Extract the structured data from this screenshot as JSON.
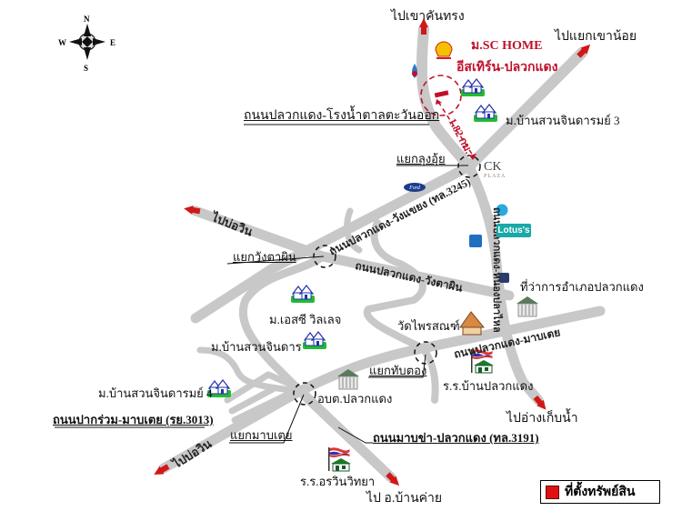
{
  "compass": {
    "n": "N",
    "s": "S",
    "e": "E",
    "w": "W"
  },
  "destinations": {
    "north": "ไปเขาคันทรง",
    "northeast": "ไปแยกเขาน้อย",
    "west_upper": "ไปบ่อวิน",
    "southwest": "ไปบ่อวิน",
    "south": "ไป อ.บ้านค่าย",
    "southeast": "ไปอ่างเก็บน้ำ"
  },
  "property": {
    "project_line1": "ม.SC HOME",
    "project_line2": "อีสเทิร์น-ปลวกแดง",
    "distance": "1.82 กม."
  },
  "roads": {
    "rongnamtan": "ถนนปลวกแดง-โรงน้ำตาลตะวันออก",
    "wangchan": "ถนนปลวกแดง-วังแขยง (ทล.3245)",
    "wangtaphin": "ถนนปลวกแดง-วังตาผิน",
    "nongplalai": "ถนนปลวกแดง-หนองปลาไหล",
    "maptaphut": "ถนนปลวกแดง-มาบเตย",
    "pakruam": "ถนนปากร่วม-มาบเตย (รย.3013)",
    "mapkha": "ถนนมาบข่า-ปลวกแดง (ทล.3191)"
  },
  "junctions": {
    "lungoi": "แยกลุงอุ้ย",
    "wangtaphin": "แยกวังตาผิน",
    "thapthong": "แยกทับตอง",
    "maptoei": "แยกมาบเตย"
  },
  "landmarks": {
    "suan_jindaram3": "ม.บ้านสวนจินดารมย์ 3",
    "amphoe": "ที่ว่าการอำเภอปลวกแดง",
    "wat": "วัดไพรสณฑ์",
    "school_pluakdaeng": "ร.ร.บ้านปลวกแดง",
    "sc_village": "ม.เอสซี วิลเลจ",
    "suan_jindaram": "ม.บ้านสวนจินดาร",
    "suan_jindaram4": "ม.บ้านสวนจินดารมย์ 4",
    "obt": "อบต.ปลวกแดง",
    "school_orawin": "ร.ร.อรวินวิทยา",
    "lotus": "Lotus's",
    "ck_plaza": "CK",
    "ck_plaza_sub": "PLAZA"
  },
  "legend": {
    "label": "ที่ตั้งทรัพย์สิน",
    "color": "#e01010"
  },
  "colors": {
    "road": "#c8c8c8",
    "arrow": "#d01818",
    "circle_red": "#c0102a",
    "house_green": "#22bb33"
  }
}
